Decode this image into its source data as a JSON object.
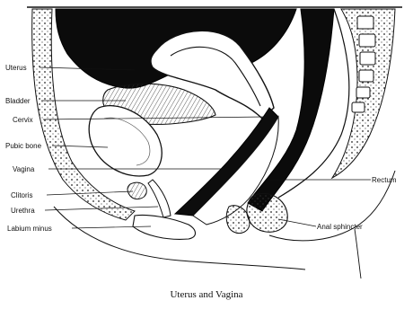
{
  "caption": "Uterus and Vagina",
  "labels": {
    "uterus": "Uterus",
    "bladder": "Bladder",
    "cervix": "Cervix",
    "pubic_bone": "Pubic bone",
    "vagina": "Vagina",
    "clitoris": "Clitoris",
    "urethra": "Urethra",
    "labium_minus": "Labium minus",
    "rectum": "Rectum",
    "anal_sphincter": "Anal sphincter"
  }
}
